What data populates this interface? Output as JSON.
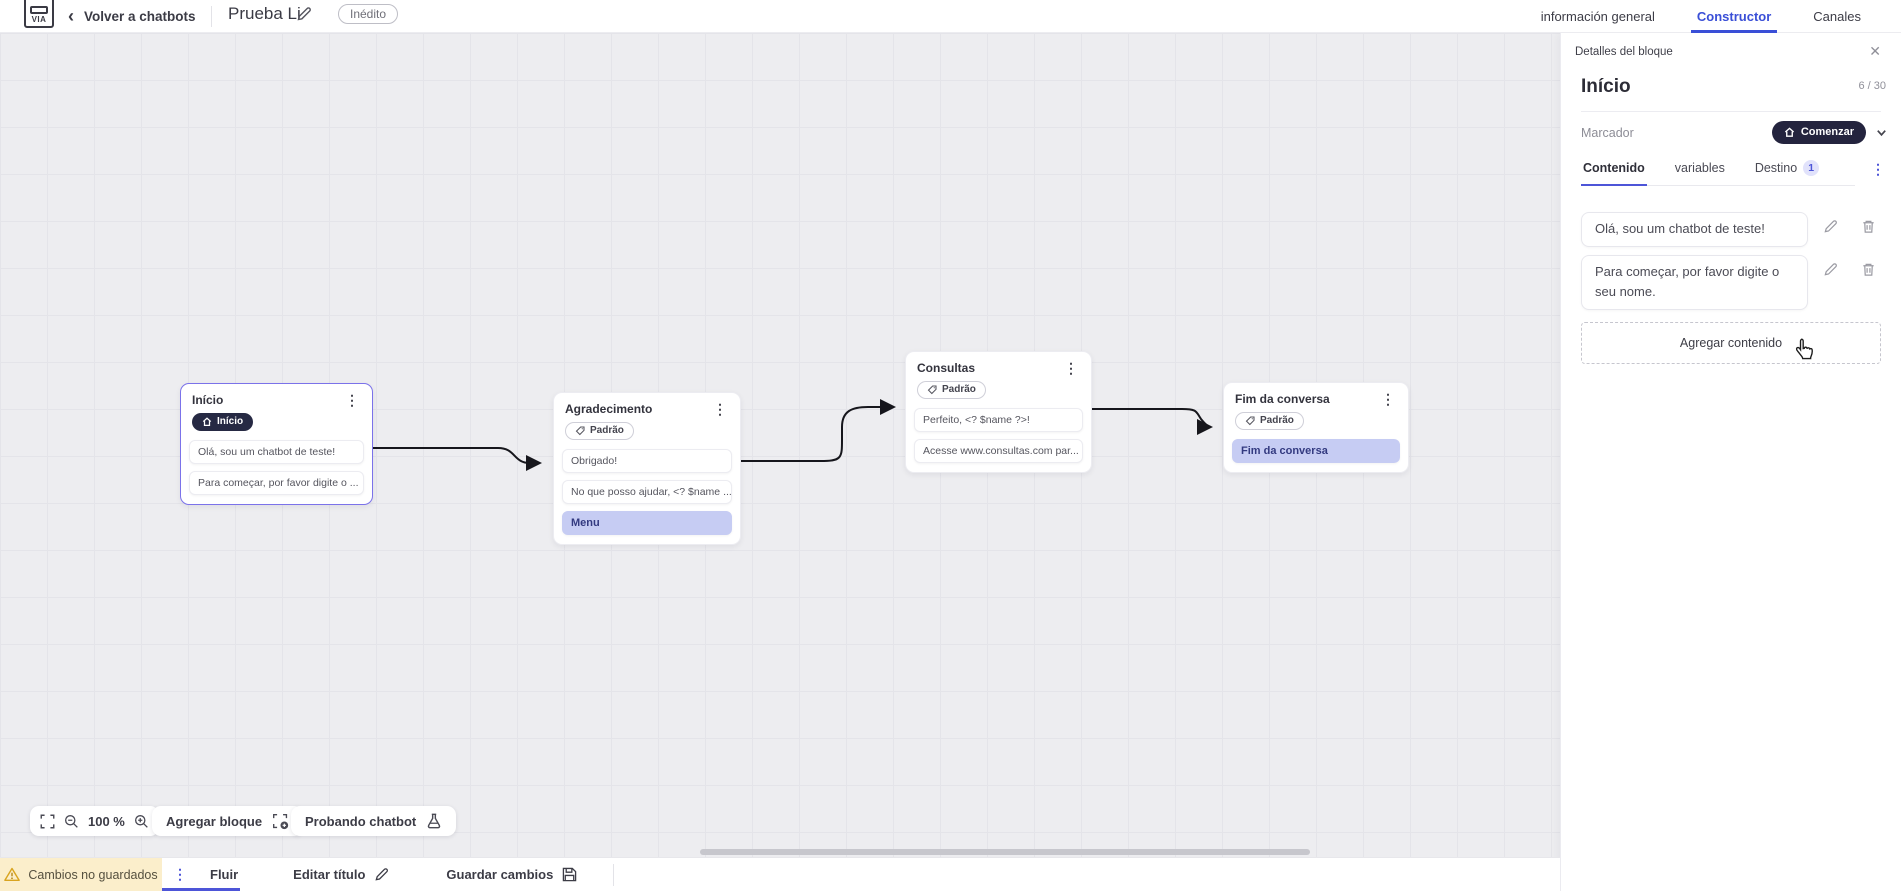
{
  "header": {
    "back_label": "Volver a chatbots",
    "title": "Prueba Li",
    "status_badge": "Inédito",
    "tabs": [
      {
        "label": "información general",
        "active": false
      },
      {
        "label": "Constructor",
        "active": true
      },
      {
        "label": "Canales",
        "active": false
      }
    ]
  },
  "canvas": {
    "blocks": [
      {
        "title": "Início",
        "badge": "Início",
        "badge_style": "start",
        "selected": true,
        "items": [
          {
            "text": "Olá, sou um chatbot de teste!"
          },
          {
            "text": "Para começar, por favor digite o ..."
          }
        ]
      },
      {
        "title": "Agradecimento",
        "badge": "Padrão",
        "badge_style": "default",
        "selected": false,
        "items": [
          {
            "text": "Obrigado!"
          },
          {
            "text": "No que posso ajudar, <? $name ..."
          },
          {
            "text": "Menu",
            "action": true
          }
        ]
      },
      {
        "title": "Consultas",
        "badge": "Padrão",
        "badge_style": "default",
        "selected": false,
        "items": [
          {
            "text": "Perfeito, <? $name ?>!"
          },
          {
            "text": "Acesse www.consultas.com par..."
          }
        ]
      },
      {
        "title": "Fim da conversa",
        "badge": "Padrão",
        "badge_style": "default",
        "selected": false,
        "items": [
          {
            "text": "Fim da conversa",
            "action": true
          }
        ]
      }
    ],
    "toolbar": {
      "zoom_level": "100 %",
      "add_block_label": "Agregar bloque",
      "test_label": "Probando chatbot"
    }
  },
  "panel": {
    "header": "Detalles del bloque",
    "title": "Início",
    "counter": "6 / 30",
    "marker_label": "Marcador",
    "marker_value": "Comenzar",
    "tabs": [
      {
        "label": "Contenido",
        "active": true
      },
      {
        "label": "variables",
        "active": false
      },
      {
        "label": "Destino",
        "active": false,
        "badge": "1"
      }
    ],
    "contents": [
      {
        "text": "Olá, sou um chatbot de teste!"
      },
      {
        "text": "Para começar, por favor digite o seu nome."
      }
    ],
    "add_content_label": "Agregar contenido"
  },
  "footer": {
    "warning": "Cambios no guardados",
    "flow_tab": "Fluir",
    "edit_title_label": "Editar título",
    "save_label": "Guardar cambios"
  },
  "icons": {
    "logo": "app-logo",
    "back": "chevron-left",
    "edit": "pencil",
    "delete": "trash",
    "close": "close-x",
    "marker": "home",
    "block_badge": "tag",
    "menu": "kebab-vertical",
    "fullscreen": "expand",
    "zoom_out": "magnifier-minus",
    "zoom_in": "magnifier-plus",
    "add_block": "dashed-square-plus",
    "test": "flask",
    "warning": "warning-triangle",
    "save": "floppy-disk",
    "cursor": "hand-pointer"
  },
  "colors": {
    "accent_indigo": "#4d55d8",
    "tab_blue": "#3a4fd7",
    "selected_block_border": "#7b72ea",
    "action_row_bg": "#c6ccf3",
    "action_row_text": "#333a80",
    "dark_badge_bg": "#262943",
    "warning_bg": "#fbeecb",
    "canvas_bg": "#ededf0",
    "grid_line": "#e4e4e9"
  }
}
